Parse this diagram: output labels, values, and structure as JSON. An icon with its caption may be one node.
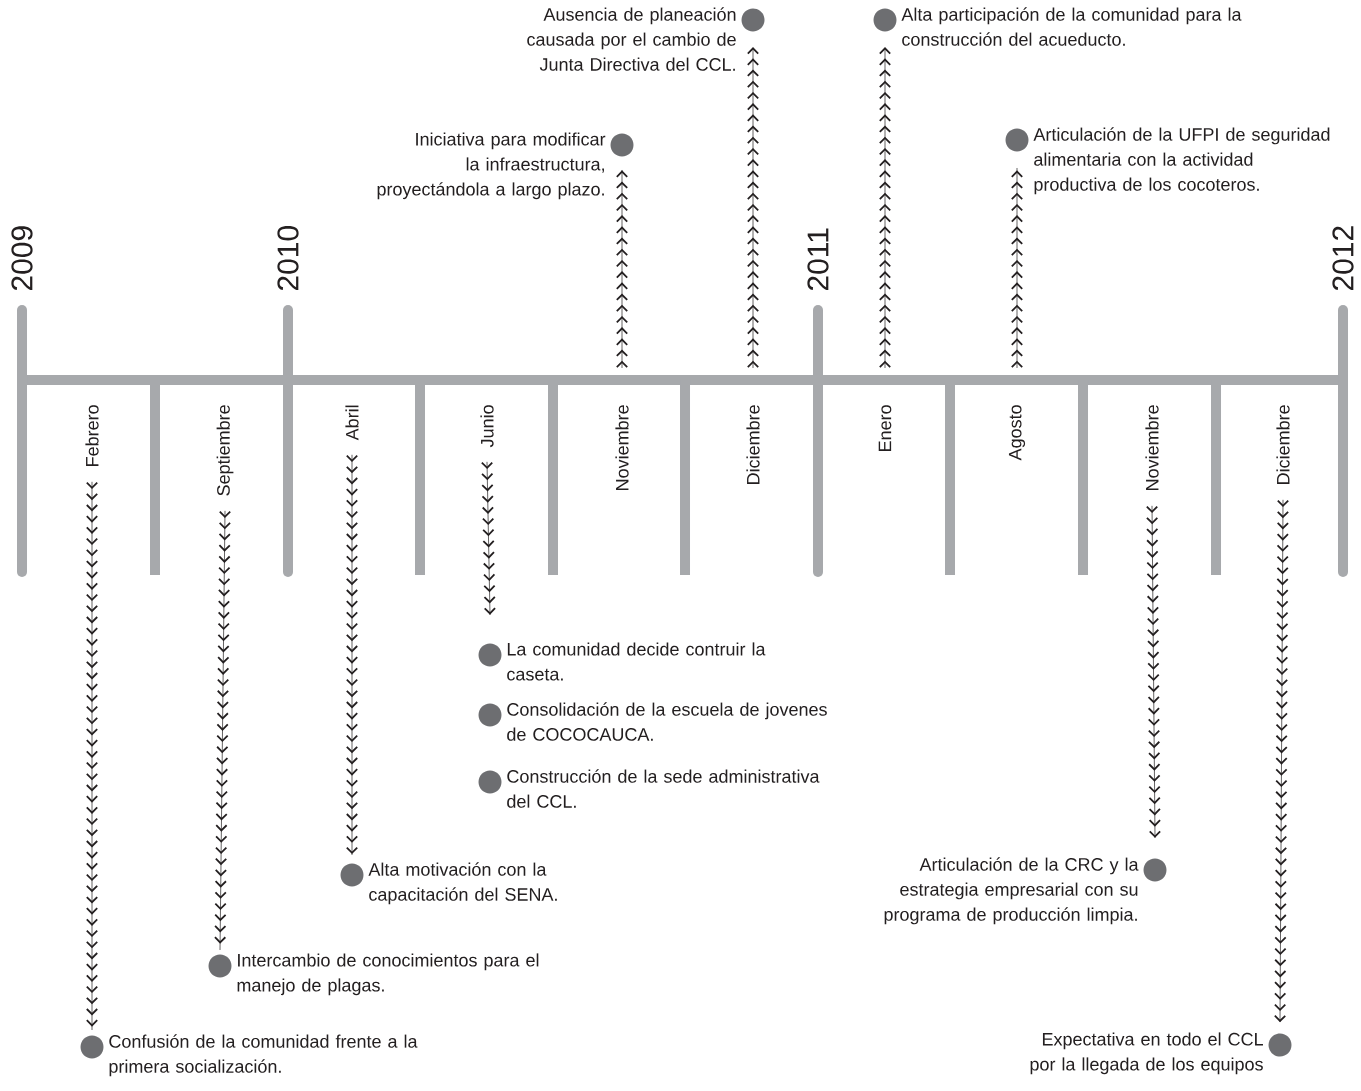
{
  "diagram": {
    "nodes": [
      {
        "text": [
          "Febrero"
        ]
      },
      {
        "text": [
          "Septiembre"
        ]
      },
      {
        "text": [
          "Abril"
        ]
      },
      {
        "text": [
          "Junio"
        ]
      },
      {
        "text": [
          "Noviembre"
        ]
      },
      {
        "text": [
          "Diciembre"
        ]
      },
      {
        "text": [
          "Enero"
        ]
      },
      {
        "text": [
          "Agosto"
        ]
      },
      {
        "text": [
          "Noviembre"
        ]
      },
      {
        "text": [
          "Diciembre"
        ]
      },
      {
        "text": [],
        "shape": "circle",
        "beside": [
          "Ausencia de planeación causada por el cambio de Junta Directiva del CCL."
        ]
      },
      {
        "text": [],
        "shape": "circle",
        "beside": [
          "Alta participación de la comunidad para la construcción del acueducto."
        ]
      },
      {
        "text": [],
        "shape": "circle",
        "beside": [
          "Iniciativa para modificar la infraestructura, proyectándola a largo plazo."
        ]
      },
      {
        "text": [],
        "shape": "circle",
        "beside": [
          "Articulación de la UFPI de seguridad alimentaria con la actividad productiva de los cocoteros."
        ]
      },
      {
        "text": [],
        "shape": "circle",
        "beside": [
          "La comunidad decide contruir la caseta."
        ]
      },
      {
        "text": [],
        "shape": "circle",
        "beside": [
          "Consolidación de la escuela de jovenes de COCOCAUCA."
        ]
      },
      {
        "text": [],
        "shape": "circle",
        "beside": [
          "Construcción de la sede administrativa del CCL."
        ]
      },
      {
        "text": [],
        "shape": "circle",
        "beside": [
          "Alta motivación con la capacitación del SENA."
        ]
      },
      {
        "text": [],
        "shape": "circle",
        "beside": [
          "Articulación de la CRC y la estrategia empresarial con su programa de producción limpia."
        ]
      },
      {
        "text": [],
        "shape": "circle",
        "beside": [
          "Intercambio de conocimientos para el manejo de plagas."
        ]
      },
      {
        "text": [],
        "shape": "circle",
        "beside": [
          "Confusión de la comunidad frente a la primera socialización."
        ]
      },
      {
        "text": [],
        "shape": "circle",
        "beside": [
          "Expectativa en todo el CCL por la llegada de los equipos"
        ]
      }
    ],
    "edges": [
      {
        "from": 4,
        "to": 12,
        "arrow": "to"
      },
      {
        "from": 5,
        "to": 10,
        "arrow": "to"
      },
      {
        "from": 6,
        "to": 11,
        "arrow": "to"
      },
      {
        "from": 7,
        "to": 13,
        "arrow": "to"
      },
      {
        "from": 0,
        "to": 20,
        "arrow": "to"
      },
      {
        "from": 1,
        "to": 19,
        "arrow": "to"
      },
      {
        "from": 2,
        "to": 17,
        "arrow": "to"
      },
      {
        "from": 3,
        "to": 14,
        "arrow": "to"
      },
      {
        "from": 8,
        "to": 18,
        "arrow": "to"
      },
      {
        "from": 9,
        "to": 21,
        "arrow": "to"
      }
    ],
    "labels": [
      "2009",
      "2010",
      "2011",
      "2012"
    ]
  }
}
